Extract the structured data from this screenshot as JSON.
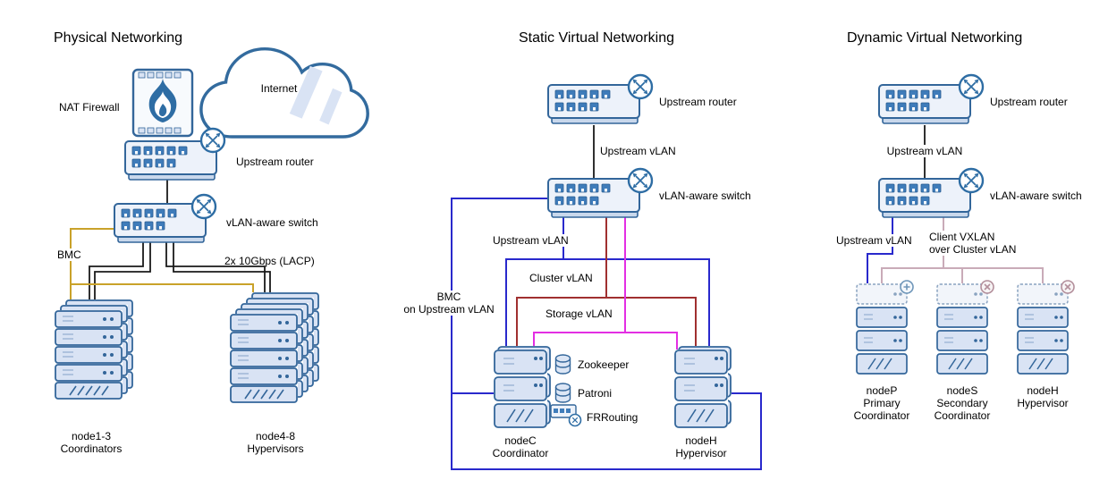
{
  "colors": {
    "device_outline": "#33669a",
    "plain_link": "#1a1a1a",
    "bmc_link": "#c9a22a",
    "upstream_vlan": "#2929cc",
    "cluster_vlan": "#a03030",
    "storage_vlan": "#e32ee3",
    "client_vxlan": "#c9abb8"
  },
  "panels": {
    "physical": {
      "title": "Physical Networking",
      "internet": "Internet",
      "nat_firewall": "NAT Firewall",
      "upstream_router": "Upstream router",
      "vlan_switch": "vLAN-aware switch",
      "bmc": "BMC",
      "lacp": "2x 10Gbps (LACP)",
      "coordinators": "node1-3\nCoordinators",
      "hypervisors": "node4-8\nHypervisors"
    },
    "static_virtual": {
      "title": "Static Virtual Networking",
      "upstream_router": "Upstream router",
      "upstream_vlan_link": "Upstream vLAN",
      "vlan_switch": "vLAN-aware switch",
      "upstream_vlan": "Upstream vLAN",
      "cluster_vlan": "Cluster vLAN",
      "storage_vlan": "Storage vLAN",
      "bmc_on_upstream": "BMC\non Upstream vLAN",
      "zookeeper": "Zookeeper",
      "patroni": "Patroni",
      "frrouting": "FRRouting",
      "node_c": "nodeC\nCoordinator",
      "node_h": "nodeH\nHypervisor"
    },
    "dynamic_virtual": {
      "title": "Dynamic Virtual Networking",
      "upstream_router": "Upstream router",
      "upstream_vlan_link": "Upstream vLAN",
      "vlan_switch": "vLAN-aware switch",
      "upstream_vlan": "Upstream vLAN",
      "client_vxlan": "Client VXLAN\nover Cluster vLAN",
      "node_p": "nodeP\nPrimary\nCoordinator",
      "node_s": "nodeS\nSecondary\nCoordinator",
      "node_h": "nodeH\nHypervisor"
    }
  }
}
